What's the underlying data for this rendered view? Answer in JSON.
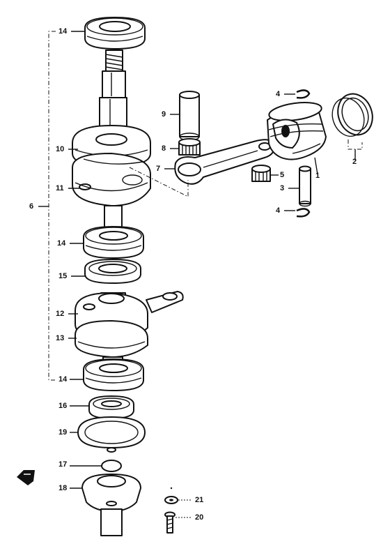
{
  "callouts": [
    {
      "id": "c14a",
      "text": "14"
    },
    {
      "id": "c10",
      "text": "10"
    },
    {
      "id": "c11",
      "text": "11"
    },
    {
      "id": "c6",
      "text": "6"
    },
    {
      "id": "c14b",
      "text": "14"
    },
    {
      "id": "c15",
      "text": "15"
    },
    {
      "id": "c12",
      "text": "12"
    },
    {
      "id": "c13",
      "text": "13"
    },
    {
      "id": "c14c",
      "text": "14"
    },
    {
      "id": "c16",
      "text": "16"
    },
    {
      "id": "c19",
      "text": "19"
    },
    {
      "id": "c17",
      "text": "17"
    },
    {
      "id": "c18",
      "text": "18"
    },
    {
      "id": "c9",
      "text": "9"
    },
    {
      "id": "c8",
      "text": "8"
    },
    {
      "id": "c7",
      "text": "7"
    },
    {
      "id": "c4a",
      "text": "4"
    },
    {
      "id": "c4b",
      "text": "4"
    },
    {
      "id": "c5",
      "text": "5"
    },
    {
      "id": "c3",
      "text": "3"
    },
    {
      "id": "c1",
      "text": "1"
    },
    {
      "id": "c2",
      "text": "2"
    },
    {
      "id": "c21",
      "text": "21"
    },
    {
      "id": "c20",
      "text": "20"
    }
  ],
  "colors": {
    "ink": "#111111",
    "paper": "#ffffff"
  },
  "icons": {
    "front_marker": "front-arrow-icon"
  }
}
